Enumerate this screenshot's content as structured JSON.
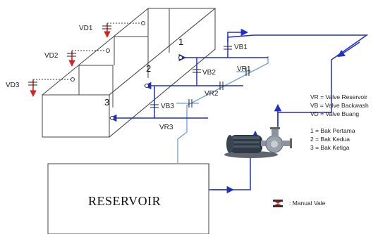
{
  "tanks": {
    "tank1": "1",
    "tank2": "2",
    "tank3": "3"
  },
  "valves": {
    "vd1": "VD1",
    "vd2": "VD2",
    "vd3": "VD3",
    "vb1": "VB1",
    "vb2": "VB2",
    "vb3": "VB3",
    "vr1": "VR1",
    "vr2": "VR2",
    "vr3": "VR3"
  },
  "reservoir_label": "RESERVOIR",
  "legend": {
    "vr": "VR = Valve Reservoir",
    "vb": "VB = Valve Backwash",
    "vd": "VD = Valve Buang",
    "t1": "1 = Bak Pertama",
    "t2": "2 = Bak Kedua",
    "t3": "3 = Bak Ketiga",
    "manual": ": Manual Vale"
  },
  "colors": {
    "backwash_line": "#1f2fc8",
    "reservoir_line": "#6b9fdc",
    "drain_arrow": "#d42020",
    "valve_symbol": "#222222",
    "manual_valve_icon": "#d42020"
  }
}
